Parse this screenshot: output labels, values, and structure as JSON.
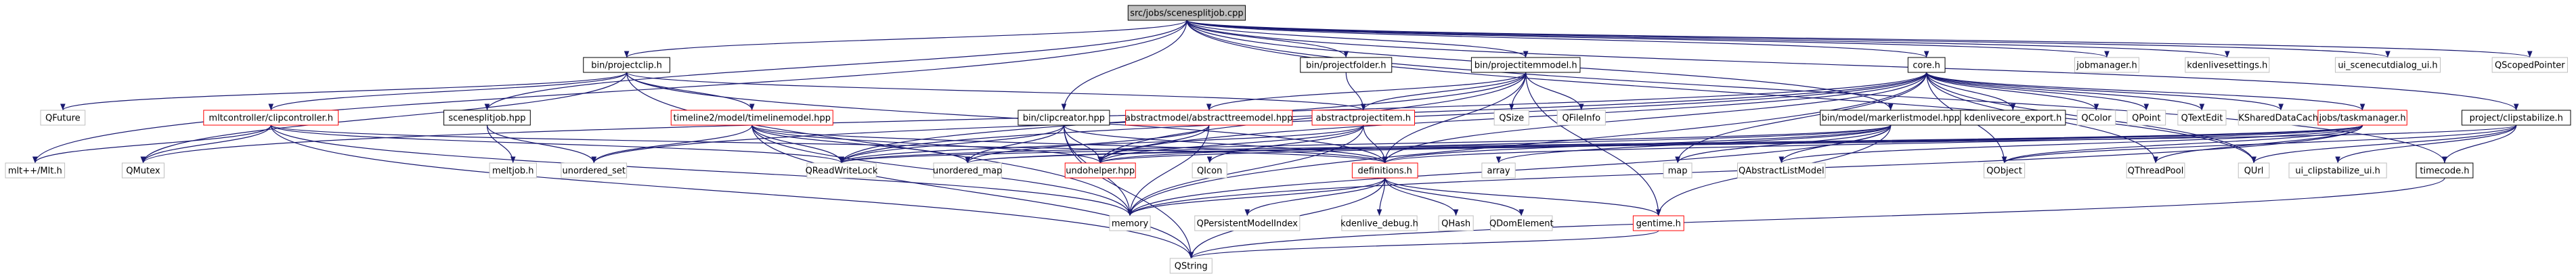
{
  "diagram": {
    "title": "src/jobs/scenesplitjob.cpp",
    "colors": {
      "edge": "#191970",
      "root_fill": "#bfbfbf",
      "node_border_documented": "#000000",
      "node_border_highlight": "#ff0000",
      "node_border_external": "#bfbfbf"
    },
    "nodes": [
      {
        "id": "root",
        "label": "src/jobs/scenesplitjob.cpp",
        "kind": "root"
      },
      {
        "id": "projectclip",
        "label": "bin/projectclip.h",
        "kind": "doc"
      },
      {
        "id": "projectfolder",
        "label": "bin/projectfolder.h",
        "kind": "doc"
      },
      {
        "id": "projectitemmodel",
        "label": "bin/projectitemmodel.h",
        "kind": "doc"
      },
      {
        "id": "core",
        "label": "core.h",
        "kind": "doc"
      },
      {
        "id": "jobmanager",
        "label": "jobmanager.h",
        "kind": "ext"
      },
      {
        "id": "kdenlivesettings",
        "label": "kdenlivesettings.h",
        "kind": "ext"
      },
      {
        "id": "ui_scenecut",
        "label": "ui_scenecutdialog_ui.h",
        "kind": "ext"
      },
      {
        "id": "qscopedpointer",
        "label": "QScopedPointer",
        "kind": "ext"
      },
      {
        "id": "qfuture",
        "label": "QFuture",
        "kind": "ext"
      },
      {
        "id": "clipcontroller",
        "label": "mltcontroller/clipcontroller.h",
        "kind": "red"
      },
      {
        "id": "timelinemodel",
        "label": "timeline2/model/timelinemodel.hpp",
        "kind": "red"
      },
      {
        "id": "scenesplitjob",
        "label": "scenesplitjob.hpp",
        "kind": "doc"
      },
      {
        "id": "clipcreator",
        "label": "bin/clipcreator.hpp",
        "kind": "doc"
      },
      {
        "id": "abstracttreemodel",
        "label": "abstractmodel/abstracttreemodel.hpp",
        "kind": "red"
      },
      {
        "id": "abstractprojectitem",
        "label": "abstractprojectitem.h",
        "kind": "red"
      },
      {
        "id": "qsize",
        "label": "QSize",
        "kind": "ext"
      },
      {
        "id": "qfileinfo",
        "label": "QFileInfo",
        "kind": "ext"
      },
      {
        "id": "markerlistmodel",
        "label": "bin/model/markerlistmodel.hpp",
        "kind": "doc"
      },
      {
        "id": "kdenlivecore_export",
        "label": "kdenlivecore_export.h",
        "kind": "doc"
      },
      {
        "id": "qcolor",
        "label": "QColor",
        "kind": "ext"
      },
      {
        "id": "qpoint",
        "label": "QPoint",
        "kind": "ext"
      },
      {
        "id": "qtextedit",
        "label": "QTextEdit",
        "kind": "ext"
      },
      {
        "id": "kshareddatacache",
        "label": "KSharedDataCache",
        "kind": "ext"
      },
      {
        "id": "taskmanager",
        "label": "jobs/taskmanager.h",
        "kind": "red"
      },
      {
        "id": "clipstabilize",
        "label": "project/clipstabilize.h",
        "kind": "doc"
      },
      {
        "id": "mltpp",
        "label": "mlt++/Mlt.h",
        "kind": "ext"
      },
      {
        "id": "qmutex",
        "label": "QMutex",
        "kind": "ext"
      },
      {
        "id": "meltjob",
        "label": "meltjob.h",
        "kind": "ext"
      },
      {
        "id": "unordered_set",
        "label": "unordered_set",
        "kind": "ext"
      },
      {
        "id": "qreadwritelock",
        "label": "QReadWriteLock",
        "kind": "ext"
      },
      {
        "id": "unordered_map",
        "label": "unordered_map",
        "kind": "ext"
      },
      {
        "id": "undohelper",
        "label": "undohelper.hpp",
        "kind": "red"
      },
      {
        "id": "qicon",
        "label": "QIcon",
        "kind": "ext"
      },
      {
        "id": "definitions",
        "label": "definitions.h",
        "kind": "red"
      },
      {
        "id": "array",
        "label": "array",
        "kind": "ext"
      },
      {
        "id": "map",
        "label": "map",
        "kind": "ext"
      },
      {
        "id": "qabstractlistmodel",
        "label": "QAbstractListModel",
        "kind": "ext"
      },
      {
        "id": "qobject",
        "label": "QObject",
        "kind": "ext"
      },
      {
        "id": "qthreadpool",
        "label": "QThreadPool",
        "kind": "ext"
      },
      {
        "id": "qurl",
        "label": "QUrl",
        "kind": "ext"
      },
      {
        "id": "ui_clipstabilize",
        "label": "ui_clipstabilize_ui.h",
        "kind": "ext"
      },
      {
        "id": "timecode",
        "label": "timecode.h",
        "kind": "doc"
      },
      {
        "id": "memory",
        "label": "memory",
        "kind": "ext"
      },
      {
        "id": "qpersistentmodelindex",
        "label": "QPersistentModelIndex",
        "kind": "ext"
      },
      {
        "id": "kdenlive_debug",
        "label": "kdenlive_debug.h",
        "kind": "ext"
      },
      {
        "id": "qhash",
        "label": "QHash",
        "kind": "ext"
      },
      {
        "id": "qdomelement",
        "label": "QDomElement",
        "kind": "ext"
      },
      {
        "id": "gentime",
        "label": "gentime.h",
        "kind": "red"
      },
      {
        "id": "qstring",
        "label": "QString",
        "kind": "ext"
      }
    ],
    "edges": [
      [
        "root",
        "projectclip"
      ],
      [
        "root",
        "projectfolder"
      ],
      [
        "root",
        "projectitemmodel"
      ],
      [
        "root",
        "core"
      ],
      [
        "root",
        "jobmanager"
      ],
      [
        "root",
        "kdenlivesettings"
      ],
      [
        "root",
        "ui_scenecut"
      ],
      [
        "root",
        "qscopedpointer"
      ],
      [
        "root",
        "scenesplitjob"
      ],
      [
        "root",
        "clipcreator"
      ],
      [
        "root",
        "markerlistmodel"
      ],
      [
        "root",
        "mltpp"
      ],
      [
        "root",
        "qurl"
      ],
      [
        "root",
        "clipstabilize"
      ],
      [
        "root",
        "timecode"
      ],
      [
        "projectclip",
        "qfuture"
      ],
      [
        "projectclip",
        "clipcontroller"
      ],
      [
        "projectclip",
        "timelinemodel"
      ],
      [
        "projectclip",
        "qmutex"
      ],
      [
        "projectclip",
        "memory"
      ],
      [
        "projectclip",
        "abstractprojectitem"
      ],
      [
        "projectclip",
        "definitions"
      ],
      [
        "projectfolder",
        "abstractprojectitem"
      ],
      [
        "projectitemmodel",
        "abstracttreemodel"
      ],
      [
        "projectitemmodel",
        "abstractprojectitem"
      ],
      [
        "projectitemmodel",
        "qsize"
      ],
      [
        "projectitemmodel",
        "qfileinfo"
      ],
      [
        "projectitemmodel",
        "undohelper"
      ],
      [
        "projectitemmodel",
        "qreadwritelock"
      ],
      [
        "projectitemmodel",
        "definitions"
      ],
      [
        "projectitemmodel",
        "gentime"
      ],
      [
        "core",
        "kdenlivecore_export"
      ],
      [
        "core",
        "qcolor"
      ],
      [
        "core",
        "qpoint"
      ],
      [
        "core",
        "qtextedit"
      ],
      [
        "core",
        "kshareddatacache"
      ],
      [
        "core",
        "taskmanager"
      ],
      [
        "core",
        "undohelper"
      ],
      [
        "core",
        "unordered_set"
      ],
      [
        "core",
        "qmutex"
      ],
      [
        "core",
        "qobject"
      ],
      [
        "core",
        "qthreadpool"
      ],
      [
        "core",
        "qurl"
      ],
      [
        "core",
        "map"
      ],
      [
        "core",
        "definitions"
      ],
      [
        "core",
        "memory"
      ],
      [
        "core",
        "qreadwritelock"
      ],
      [
        "clipcontroller",
        "mltpp"
      ],
      [
        "clipcontroller",
        "qmutex"
      ],
      [
        "clipcontroller",
        "qreadwritelock"
      ],
      [
        "clipcontroller",
        "memory"
      ],
      [
        "clipcontroller",
        "qstring"
      ],
      [
        "clipcontroller",
        "definitions"
      ],
      [
        "timelinemodel",
        "unordered_set"
      ],
      [
        "timelinemodel",
        "qreadwritelock"
      ],
      [
        "timelinemodel",
        "unordered_map"
      ],
      [
        "timelinemodel",
        "undohelper"
      ],
      [
        "timelinemodel",
        "memory"
      ],
      [
        "timelinemodel",
        "qstring"
      ],
      [
        "timelinemodel",
        "definitions"
      ],
      [
        "scenesplitjob",
        "meltjob"
      ],
      [
        "scenesplitjob",
        "unordered_set"
      ],
      [
        "clipcreator",
        "qreadwritelock"
      ],
      [
        "clipcreator",
        "unordered_map"
      ],
      [
        "clipcreator",
        "undohelper"
      ],
      [
        "clipcreator",
        "definitions"
      ],
      [
        "clipcreator",
        "memory"
      ],
      [
        "clipcreator",
        "qstring"
      ],
      [
        "abstracttreemodel",
        "unordered_map"
      ],
      [
        "abstracttreemodel",
        "undohelper"
      ],
      [
        "abstracttreemodel",
        "memory"
      ],
      [
        "abstractprojectitem",
        "qreadwritelock"
      ],
      [
        "abstractprojectitem",
        "undohelper"
      ],
      [
        "abstractprojectitem",
        "qicon"
      ],
      [
        "abstractprojectitem",
        "definitions"
      ],
      [
        "abstractprojectitem",
        "memory"
      ],
      [
        "markerlistmodel",
        "qreadwritelock"
      ],
      [
        "markerlistmodel",
        "undohelper"
      ],
      [
        "markerlistmodel",
        "definitions"
      ],
      [
        "markerlistmodel",
        "array"
      ],
      [
        "markerlistmodel",
        "map"
      ],
      [
        "markerlistmodel",
        "qabstractlistmodel"
      ],
      [
        "markerlistmodel",
        "memory"
      ],
      [
        "markerlistmodel",
        "gentime"
      ],
      [
        "taskmanager",
        "qreadwritelock"
      ],
      [
        "taskmanager",
        "undohelper"
      ],
      [
        "taskmanager",
        "definitions"
      ],
      [
        "taskmanager",
        "qobject"
      ],
      [
        "taskmanager",
        "qthreadpool"
      ],
      [
        "taskmanager",
        "memory"
      ],
      [
        "taskmanager",
        "qabstractlistmodel"
      ],
      [
        "taskmanager",
        "unordered_map"
      ],
      [
        "clipstabilize",
        "qurl"
      ],
      [
        "clipstabilize",
        "ui_clipstabilize"
      ],
      [
        "clipstabilize",
        "timecode"
      ],
      [
        "clipstabilize",
        "qobject"
      ],
      [
        "clipstabilize",
        "unordered_map"
      ],
      [
        "definitions",
        "qpersistentmodelindex"
      ],
      [
        "definitions",
        "kdenlive_debug"
      ],
      [
        "definitions",
        "qhash"
      ],
      [
        "definitions",
        "qdomelement"
      ],
      [
        "definitions",
        "gentime"
      ],
      [
        "definitions",
        "qstring"
      ],
      [
        "definitions",
        "memory"
      ],
      [
        "gentime",
        "qstring"
      ],
      [
        "timecode",
        "qstring"
      ]
    ]
  }
}
